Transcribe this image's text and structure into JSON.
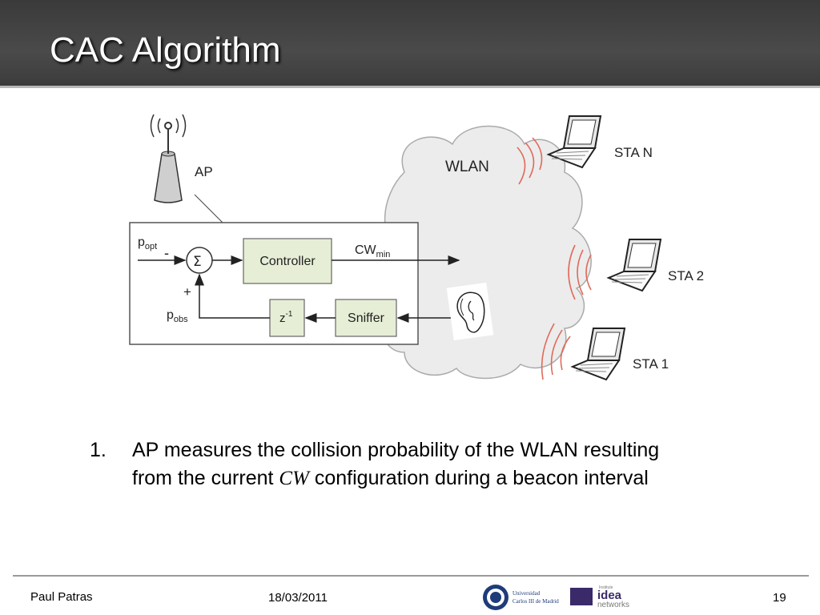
{
  "slide": {
    "title": "CAC Algorithm"
  },
  "diagram": {
    "ap_label": "AP",
    "wlan_label": "WLAN",
    "stations": [
      "STA N",
      "STA 2",
      "STA 1"
    ],
    "input_label": "p",
    "input_sub": "opt",
    "minus_sign": "-",
    "plus_sign": "+",
    "sum_symbol": "Σ",
    "controller_label": "Controller",
    "output_label": "CW",
    "output_sub": "min",
    "delay_label": "z",
    "delay_sup": "-1",
    "sniffer_label": "Sniffer",
    "feedback_label": "p",
    "feedback_sub": "obs"
  },
  "content": {
    "item_number": "1.",
    "line1": "AP measures the collision probability of the WLAN resulting",
    "line2_before": "from the current ",
    "line2_italic": "CW",
    "line2_after": " configuration during a beacon interval"
  },
  "footer": {
    "author": "Paul Patras",
    "date": "18/03/2011",
    "page": "19",
    "logo1_line1": "Universidad",
    "logo1_line2": "Carlos III de Madrid",
    "logo2_small": "Institute",
    "logo2_main": "idea",
    "logo2_sub": "networks"
  },
  "colors": {
    "title_bg": "#3f3f3f",
    "box_fill": "#e6eed6",
    "cloud_fill": "#ececec",
    "signal": "#e06a5a"
  }
}
